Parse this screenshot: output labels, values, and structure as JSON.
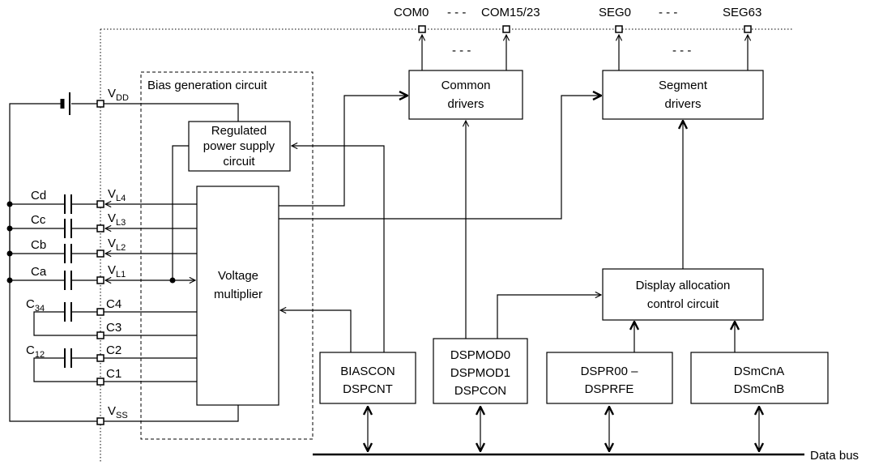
{
  "pins_top": {
    "com0": "COM0",
    "com_dash": "- - -",
    "com1523": "COM15/23",
    "seg0": "SEG0",
    "seg_dash": "- - -",
    "seg63": "SEG63",
    "com_mid_dash": "- - -",
    "seg_mid_dash": "- - -"
  },
  "bias_region": {
    "title": "Bias generation circuit"
  },
  "blocks": {
    "common_drivers": [
      "Common",
      "drivers"
    ],
    "segment_drivers": [
      "Segment",
      "drivers"
    ],
    "regulated_supply": [
      "Regulated",
      "power supply",
      "circuit"
    ],
    "voltage_multiplier": [
      "Voltage",
      "multiplier"
    ],
    "display_allocation": [
      "Display allocation",
      "control circuit"
    ],
    "biascon": [
      "BIASCON",
      "DSPCNT"
    ],
    "dspmod": [
      "DSPMOD0",
      "DSPMOD1",
      "DSPCON"
    ],
    "dspr": [
      "DSPR00 –",
      "DSPRFE"
    ],
    "dsmcn": [
      "DSmCnA",
      "DSmCnB"
    ]
  },
  "capacitors": {
    "cd": "Cd",
    "cc": "Cc",
    "cb": "Cb",
    "ca": "Ca",
    "c34": {
      "main": "C",
      "sub": "34"
    },
    "c12": {
      "main": "C",
      "sub": "12"
    }
  },
  "pins_left": {
    "vdd": {
      "main": "V",
      "sub": "DD"
    },
    "vl4": {
      "main": "V",
      "sub": "L4"
    },
    "vl3": {
      "main": "V",
      "sub": "L3"
    },
    "vl2": {
      "main": "V",
      "sub": "L2"
    },
    "vl1": {
      "main": "V",
      "sub": "L1"
    },
    "c4": "C4",
    "c3": "C3",
    "c2": "C2",
    "c1": "C1",
    "vss": {
      "main": "V",
      "sub": "SS"
    }
  },
  "data_bus": {
    "label": "Data bus"
  }
}
